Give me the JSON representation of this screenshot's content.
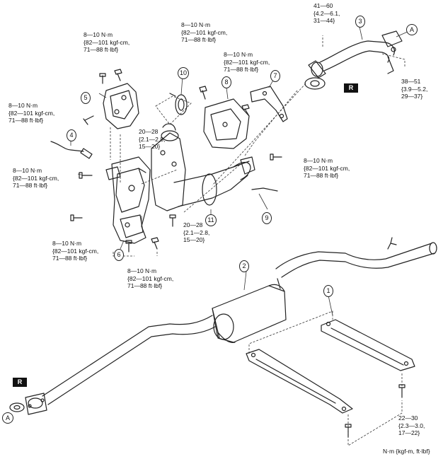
{
  "torque_specs": {
    "t_top_right": "41—60\n{4.2—6.1,\n31—44}",
    "t_right_flange": "38—51\n{3.9—5.2,\n29—37}",
    "t_top_mid": "8—10 N·m\n{82—101 kgf-cm,\n71—88 ft·lbf}",
    "t_top_left": "8—10 N·m\n{82—101 kgf-cm,\n71—88 ft·lbf}",
    "t_mid_right": "8—10 N·m\n{82—101 kgf-cm,\n71—88 ft·lbf}",
    "t_left_1": "8—10 N·m\n{82—101 kgf-cm,\n71—88 ft·lbf}",
    "t_center_1": "20—28\n{2.1—2.8,\n15—20}",
    "t_right_bolt": "8—10 N·m\n{82—101 kgf-cm,\n71—88 ft·lbf}",
    "t_left_2": "8—10 N·m\n{82—101 kgf-cm,\n71—88 ft·lbf}",
    "t_left_3": "8—10 N·m\n{82—101 kgf-cm,\n71—88 ft·lbf}",
    "t_center_2": "20—28\n{2.1—2.8,\n15—20}",
    "t_bottom_center": "8—10 N·m\n{82—101 kgf-cm,\n71—88 ft·lbf}",
    "t_bottom_right": "22—30\n{2.3—3.0,\n17—22}"
  },
  "callouts": {
    "c1": "1",
    "c2": "2",
    "c3": "3",
    "c4": "4",
    "c5": "5",
    "c6": "6",
    "c7": "7",
    "c8": "8",
    "c9": "9",
    "c10": "10",
    "c11": "11"
  },
  "ref_marks": {
    "a_top": "A",
    "a_bottom": "A"
  },
  "r_marks": {
    "r_top": "R",
    "r_bottom": "R"
  },
  "units_note": "N·m {kgf-m, ft·lbf}"
}
